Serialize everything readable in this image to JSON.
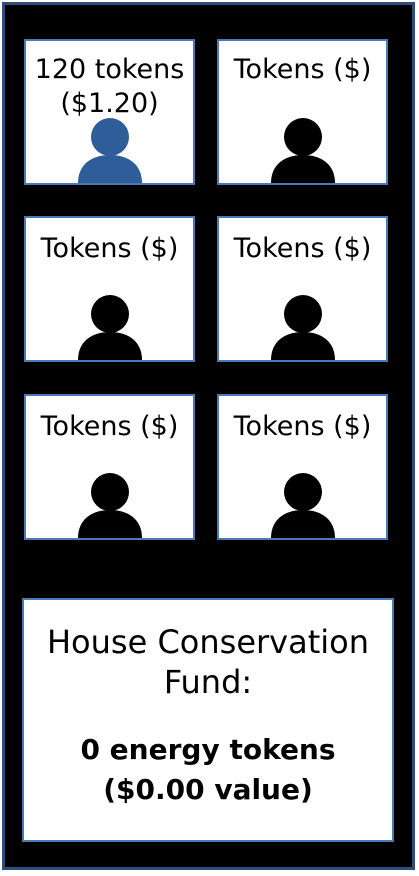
{
  "colors": {
    "background": "#000000",
    "tile_fill": "#ffffff",
    "tile_border": "#4a78b8",
    "highlight_person": "#2e5d99",
    "default_person": "#000000"
  },
  "participants": [
    {
      "label_line1": "120 tokens",
      "label_line2": "($1.20)",
      "icon": "person-icon",
      "highlighted": true
    },
    {
      "label_line1": "Tokens ($)",
      "label_line2": "",
      "icon": "person-icon",
      "highlighted": false
    },
    {
      "label_line1": "Tokens ($)",
      "label_line2": "",
      "icon": "person-icon",
      "highlighted": false
    },
    {
      "label_line1": "Tokens ($)",
      "label_line2": "",
      "icon": "person-icon",
      "highlighted": false
    },
    {
      "label_line1": "Tokens ($)",
      "label_line2": "",
      "icon": "person-icon",
      "highlighted": false
    },
    {
      "label_line1": "Tokens ($)",
      "label_line2": "",
      "icon": "person-icon",
      "highlighted": false
    }
  ],
  "fund": {
    "title_line1": "House Conservation",
    "title_line2": "Fund:",
    "amount_line1": "0 energy tokens",
    "amount_line2": "($0.00 value)"
  }
}
